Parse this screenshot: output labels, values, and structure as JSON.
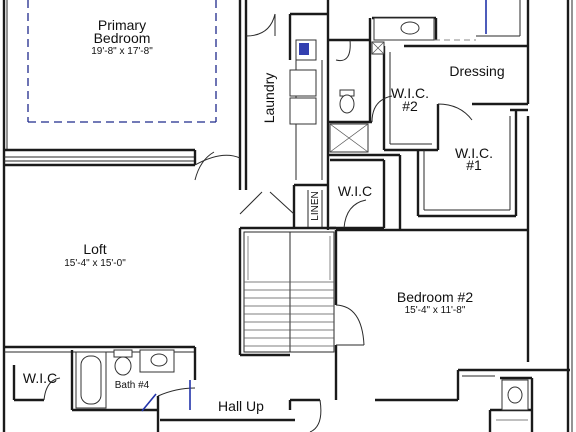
{
  "rooms": {
    "primary_bedroom": {
      "name_line1": "Primary",
      "name_line2": "Bedroom",
      "dims": "19'-8\" x 17'-8\""
    },
    "laundry": {
      "name": "Laundry"
    },
    "wic2": {
      "name_line1": "W.I.C.",
      "name_line2": "#2"
    },
    "dressing": {
      "name": "Dressing"
    },
    "wic1": {
      "name_line1": "W.I.C.",
      "name_line2": "#1"
    },
    "wic_hall": {
      "name": "W.I.C"
    },
    "linen": {
      "name": "LINEN"
    },
    "loft": {
      "name": "Loft",
      "dims": "15'-4\" x 15'-0\""
    },
    "bedroom2": {
      "name": "Bedroom #2",
      "dims": "15'-4\" x 11'-8\""
    },
    "wic_bath4": {
      "name": "W.I.C"
    },
    "bath4": {
      "name": "Bath #4"
    },
    "hall": {
      "name": "Hall Up"
    }
  }
}
